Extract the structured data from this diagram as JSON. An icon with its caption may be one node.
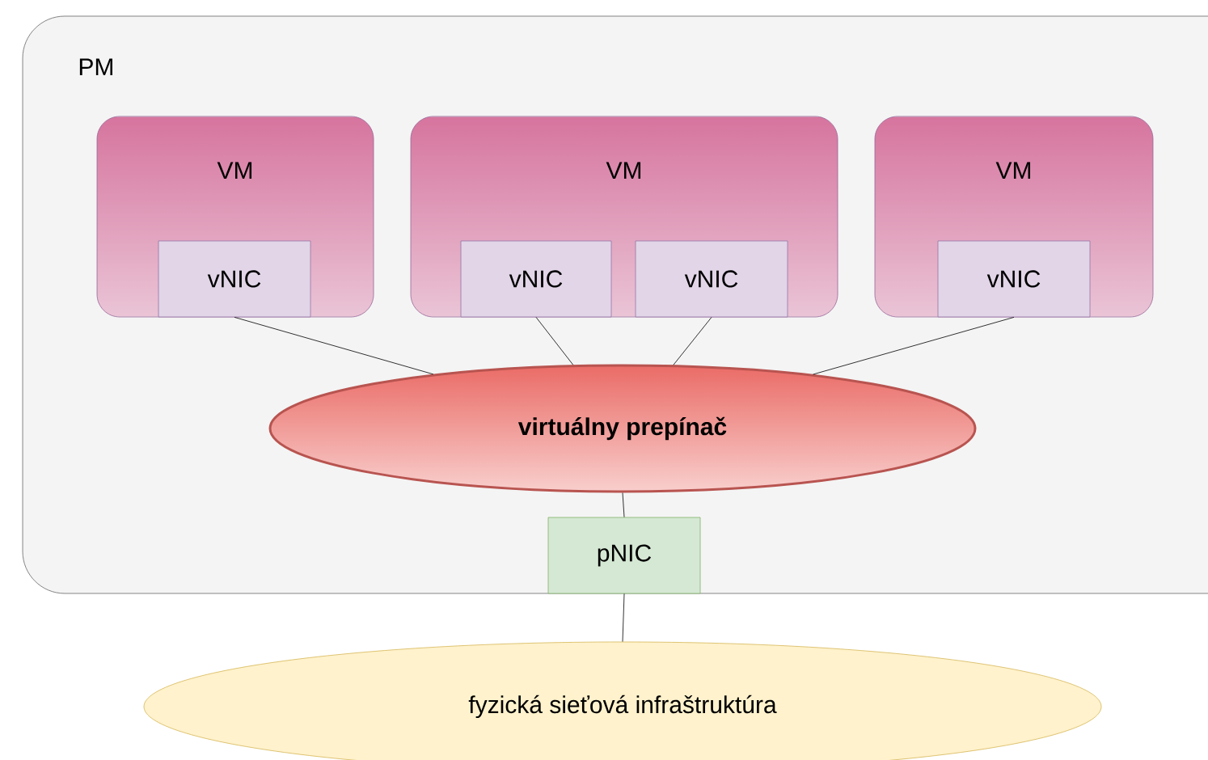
{
  "diagram": {
    "nodes": [
      {
        "text": [
          "PM"
        ]
      },
      {
        "text": [
          "VM"
        ],
        "in": 0
      },
      {
        "text": [
          "vNIC"
        ],
        "in": 1
      },
      {
        "text": [
          "VM"
        ],
        "in": 0
      },
      {
        "text": [
          "vNIC"
        ],
        "in": 3
      },
      {
        "text": [
          "vNIC"
        ],
        "in": 3
      },
      {
        "text": [
          "VM"
        ],
        "in": 0
      },
      {
        "text": [
          "vNIC"
        ],
        "in": 6
      },
      {
        "text": [
          "virtuálny prepínač"
        ],
        "in": 0
      },
      {
        "text": [
          "pNIC"
        ],
        "in": 0
      },
      {
        "text": [
          "fyzická sieťová infraštruktúra"
        ]
      }
    ],
    "edges": [
      {
        "from": 2,
        "to": 8,
        "arrow": "none"
      },
      {
        "from": 4,
        "to": 8,
        "arrow": "none"
      },
      {
        "from": 5,
        "to": 8,
        "arrow": "none"
      },
      {
        "from": 7,
        "to": 8,
        "arrow": "none"
      },
      {
        "from": 8,
        "to": 9,
        "arrow": "none"
      },
      {
        "from": 9,
        "to": 10,
        "arrow": "none"
      }
    ]
  }
}
